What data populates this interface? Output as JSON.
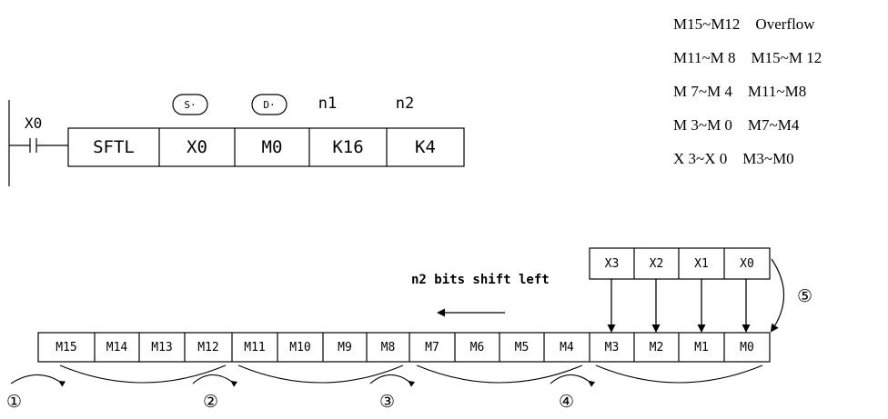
{
  "ladder": {
    "contact": "X0",
    "instruction": "SFTL",
    "operands": [
      "X0",
      "M0",
      "K16",
      "K4"
    ],
    "operand_labels": [
      "S·",
      "D·",
      "n1",
      "n2"
    ]
  },
  "legend": {
    "lines": [
      "M15~M12    Overflow",
      "M11~M 8    M15~M 12",
      "M 7~M 4    M11~M8",
      "M 3~M 0    M7~M4",
      "X 3~X 0    M3~M0"
    ]
  },
  "shift_diagram": {
    "caption": "n2 bits shift left",
    "source_bits": [
      "X3",
      "X2",
      "X1",
      "X0"
    ],
    "dest_bits": [
      "M15",
      "M14",
      "M13",
      "M12",
      "M11",
      "M10",
      "M9",
      "M8",
      "M7",
      "M6",
      "M5",
      "M4",
      "M3",
      "M2",
      "M1",
      "M0"
    ],
    "steps": [
      "①",
      "②",
      "③",
      "④",
      "⑤"
    ]
  }
}
